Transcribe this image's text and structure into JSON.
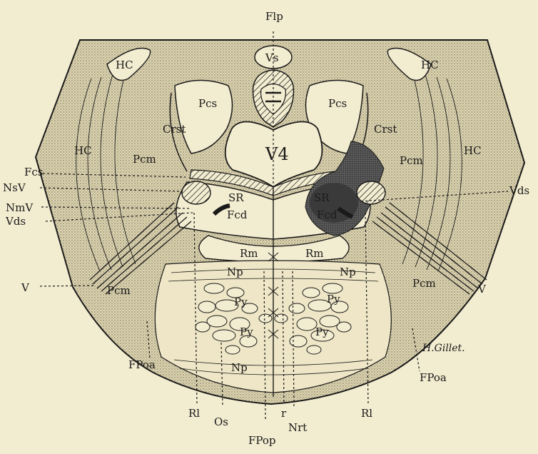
{
  "labels": {
    "flp": "Flp",
    "vs": "Vs",
    "hc": "HC",
    "pcs": "Pcs",
    "crst": "Crst",
    "pcm": "Pcm",
    "v4": "V4",
    "sr": "SR",
    "fcs": "Fcs",
    "nsv": "NsV",
    "nmv": "NmV",
    "vds": "Vds",
    "fcd": "Fcd",
    "rm": "Rm",
    "np": "Np",
    "v": "V",
    "py": "Py",
    "fpoa": "FPoa",
    "rl": "Rl",
    "os": "Os",
    "fpop": "FPop",
    "r": "r",
    "nrt": "Nrt",
    "signature": "H.Gillet."
  },
  "colors": {
    "background": "#f2ecd0",
    "ink": "#1a1a1a",
    "stipple": "#cfc6a3",
    "lesion": "#3a3a3a"
  }
}
